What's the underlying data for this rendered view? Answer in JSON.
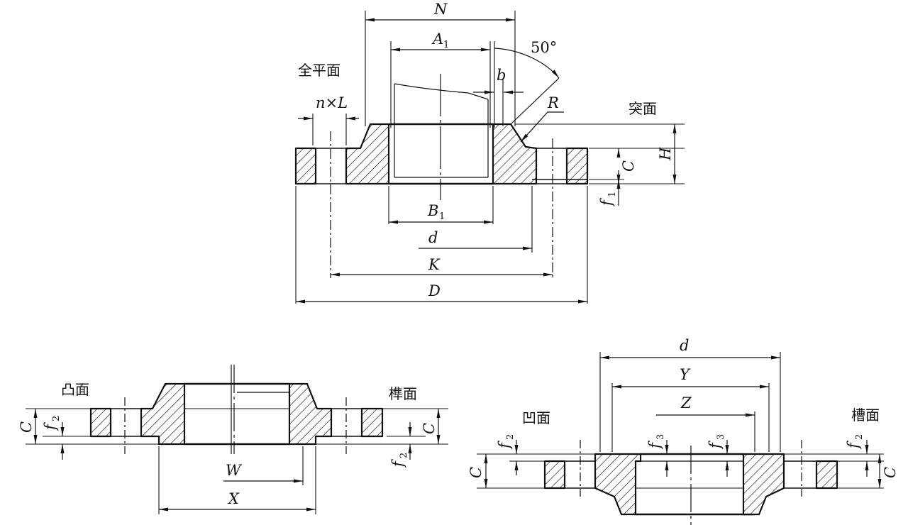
{
  "top_view": {
    "labels": {
      "full_flat": "全平面",
      "raised": "突面",
      "N": "N",
      "A1_main": "A",
      "A1_sub": "1",
      "angle": "50°",
      "b": "b",
      "nxL": "n×L",
      "R": "R",
      "H": "H",
      "C": "C",
      "f1_main": "f",
      "f1_sub": "1",
      "B1_main": "B",
      "B1_sub": "1",
      "d": "d",
      "K": "K",
      "D": "D"
    }
  },
  "bottom_left": {
    "labels": {
      "convex": "凸面",
      "tenon": "榫面",
      "C_left": "C",
      "f2_left_main": "f",
      "f2_left_sub": "2",
      "C_right": "C",
      "f2_right_main": "f",
      "f2_right_sub": "2",
      "W": "W",
      "X": "X"
    }
  },
  "bottom_right": {
    "labels": {
      "concave": "凹面",
      "groove": "槽面",
      "d": "d",
      "Y": "Y",
      "Z": "Z",
      "C_left": "C",
      "f2_left_main": "f",
      "f2_left_sub": "2",
      "f3_a_main": "f",
      "f3_a_sub": "3",
      "f3_b_main": "f",
      "f3_b_sub": "3",
      "C_right": "C",
      "f2_right_main": "f",
      "f2_right_sub": "2"
    }
  }
}
